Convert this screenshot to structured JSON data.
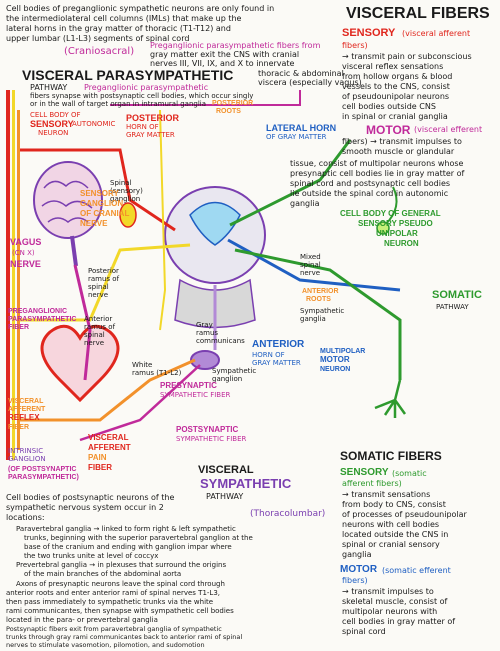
{
  "colors": {
    "red": "#e0261d",
    "magenta": "#c02a9a",
    "blue": "#1f5fc2",
    "green": "#2e9a2e",
    "yellow": "#f2d829",
    "orange": "#f2912b",
    "purple": "#7a3fb0",
    "black": "#1a1a1a"
  },
  "top_text": {
    "l1": "Cell bodies of preganglionic sympathetic neurons are only found in",
    "l2": "the intermediolateral cell columns (IMLs) that make up the",
    "l3": "lateral horns in the gray matter of thoracic (T1-T12) and",
    "l4": "upper lumbar (L1-L3) segments of spinal cord",
    "cranio": "(Craniosacral)",
    "pre_para": "Preganglionic parasympathetic fibers from",
    "pre_para2": "gray matter exit the CNS with cranial",
    "pre_para3": "nerves III, VII, IX, and X to innervate"
  },
  "para": {
    "title": "VISCERAL PARASYMPATHETIC",
    "pathway": "PATHWAY",
    "desc1": "Preganglionic parasympathetic",
    "desc2": "fibers synapse with postsynaptic cell bodies, which occur singly",
    "desc3": "or in the wall of target organ in intramural ganglia",
    "thoracic": "thoracic & abdominal",
    "viscera": "viscera (especially vagus)"
  },
  "visceral_fibers": {
    "title": "VISCERAL FIBERS",
    "sensory": "SENSORY",
    "sensory_sub": "(visceral afferent",
    "fibers": "fibers)",
    "s1": "→ transmit pain or subconscious",
    "s2": "visceral reflex sensations",
    "s3": "from hollow organs & blood",
    "s4": "vessels to the CNS, consist",
    "s5": "of pseudounipolar neurons",
    "s6": "cell bodies outside CNS",
    "s7": "in spinal or cranial ganglia",
    "motor": "MOTOR",
    "motor_sub": "(visceral efferent",
    "m1": "fibers) → transmit impulses to",
    "m2": "smooth muscle or glandular",
    "m3": "tissue, consist of multipolar neurons whose",
    "m4": "presynaptic cell bodies lie in gray matter of",
    "m5": "spinal cord and postsynaptic cell bodies",
    "m6": "lie outside the spinal cord in autonomic",
    "m7": "ganglia"
  },
  "labels": {
    "cell_body_sensory": "CELL BODY OF",
    "cell_body_sensory2": "SENSORY",
    "cell_body_sensory3": "AUTONOMIC",
    "cell_body_sensory4": "NEURON",
    "posterior_horn": "POSTERIOR",
    "posterior_horn2": "HORN OF",
    "posterior_horn3": "GRAY MATTER",
    "lateral_horn": "LATERAL HORN",
    "lateral_horn2": "OF GRAY MATTER",
    "posterior_root": "POSTERIOR",
    "posterior_root2": "ROOTS",
    "spinal_ganglion": "Spinal",
    "spinal_ganglion2": "(sensory)",
    "spinal_ganglion3": "ganglion",
    "sensory_ganglion": "SENSORY",
    "sensory_ganglion2": "GANGLION",
    "sensory_ganglion3": "OF CRANIAL",
    "sensory_ganglion4": "NERVE",
    "vagus": "VAGUS",
    "vagus2": "(CN X)",
    "vagus3": "NERVE",
    "cell_body_general": "CELL BODY OF GENERAL",
    "cell_body_general2": "SENSORY PSEUDO",
    "cell_body_general3": "UNIPOLAR",
    "cell_body_general4": "NEURON",
    "somatic_pathway": "SOMATIC",
    "somatic_pathway2": "PATHWAY",
    "mixed_spinal": "Mixed",
    "mixed_spinal2": "spinal",
    "mixed_spinal3": "nerve",
    "anterior_roots": "ANTERIOR",
    "anterior_roots2": "ROOTS",
    "sympathetic_ganglia": "Sympathetic",
    "sympathetic_ganglia2": "ganglia",
    "posterior_ramus": "Posterior",
    "posterior_ramus2": "ramus of",
    "posterior_ramus3": "spinal",
    "posterior_ramus4": "nerve",
    "anterior_ramus": "Anterior",
    "anterior_ramus2": "ramus of",
    "anterior_ramus3": "spinal",
    "anterior_ramus4": "nerve",
    "gray_ramus": "Gray",
    "gray_ramus2": "ramus",
    "gray_ramus3": "communicans",
    "white_ramus": "White",
    "white_ramus2": "ramus (T1-L2)",
    "anterior_horn": "ANTERIOR",
    "anterior_horn2": "HORN OF",
    "anterior_horn3": "GRAY MATTER",
    "sympathetic_ganglion": "Sympathetic",
    "sympathetic_ganglion2": "ganglion",
    "multipolar": "MULTIPOLAR",
    "multipolar2": "MOTOR",
    "multipolar3": "NEURON",
    "preganglionic_para": "PREGANGLIONIC",
    "preganglionic_para2": "PARASYMPATHETIC",
    "preganglionic_para3": "FIBER",
    "presynaptic_symp": "PRESYNAPTIC",
    "presynaptic_symp2": "SYMPATHETIC FIBER",
    "visceral_reflex": "VISCERAL",
    "visceral_reflex2": "AFFERENT",
    "visceral_reflex3": "REFLEX",
    "visceral_reflex4": "FIBER",
    "visceral_pain": "VISCERAL",
    "visceral_pain2": "AFFERENT",
    "visceral_pain3": "PAIN",
    "visceral_pain4": "FIBER",
    "postsynaptic_symp": "POSTSYNAPTIC",
    "postsynaptic_symp2": "SYMPATHETIC FIBER",
    "intrinsic": "INTRINSIC",
    "intrinsic2": "GANGLION",
    "intrinsic3": "(OF POSTSYNAPTIC",
    "intrinsic4": "PARASYMPATHETIC)"
  },
  "symp": {
    "title": "VISCERAL",
    "title2": "SYMPATHETIC",
    "pathway": "PATHWAY",
    "thoraco": "(Thoracolumbar)"
  },
  "somatic_fibers": {
    "title": "SOMATIC FIBERS",
    "sensory": "SENSORY",
    "sensory_sub": "(somatic",
    "sensory_sub2": "afferent fibers)",
    "s1": "→ transmit sensations",
    "s2": "from body to CNS, consist",
    "s3": "of processes of pseudounipolar",
    "s4": "neurons with cell bodies",
    "s5": "located outside the CNS in",
    "s6": "spinal or cranial sensory",
    "s7": "ganglia",
    "motor": "MOTOR",
    "motor_sub": "(somatic efferent",
    "motor_sub2": "fibers)",
    "m1": "→ transmit impulses to",
    "m2": "skeletal muscle, consist of",
    "m3": "multipolar neurons with",
    "m4": "cell bodies in gray matter of",
    "m5": "spinal cord"
  },
  "bottom_text": {
    "l1": "Cell bodies of postsynaptic neurons of the",
    "l2": "sympathetic nervous system occur in 2",
    "l3": "locations:",
    "l4": "Paravertebral ganglia → linked to form right & left sympathetic",
    "l5": "trunks, beginning with the superior paravertebral ganglion at the",
    "l6": "base of the cranium and ending with ganglion impar where",
    "l7": "the two trunks unite at level of coccyx",
    "l8": "Prevertebral ganglia → in plexuses that surround the origins",
    "l9": "of the main branches of the abdominal aorta",
    "l10": "Axons of presynaptic neurons leave the spinal cord through",
    "l11": "anterior roots and enter anterior rami of spinal nerves T1-L3,",
    "l12": "then pass immediately to sympathetic trunks via the white",
    "l13": "rami communicantes, then synapse with sympathetic cell bodies",
    "l14": "located in the para- or prevertebral ganglia",
    "l15": "Postsynaptic fibers exit from paravertebral ganglia of sympathetic",
    "l16": "trunks through gray rami communicantes back to anterior rami of spinal",
    "l17": "nerves to stimulate vasomotion, pilomotion, and sudomotion"
  }
}
